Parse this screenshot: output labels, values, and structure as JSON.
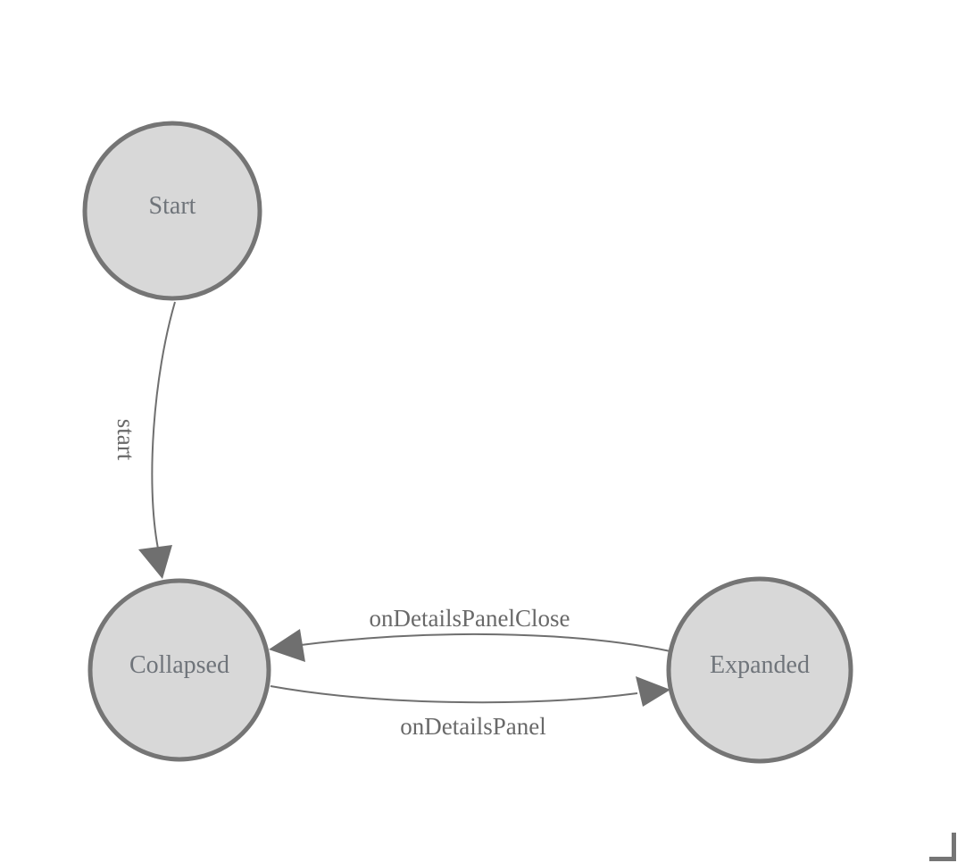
{
  "diagram": {
    "title": "state-machine-diagram",
    "background": "#ffffff",
    "nodes": [
      {
        "id": "start",
        "label": "Start"
      },
      {
        "id": "collapsed",
        "label": "Collapsed"
      },
      {
        "id": "expanded",
        "label": "Expanded"
      }
    ],
    "edges": [
      {
        "id": "start-to-collapsed",
        "from": "Start",
        "to": "Collapsed",
        "label": "start"
      },
      {
        "id": "expanded-to-collapsed",
        "from": "Expanded",
        "to": "Collapsed",
        "label": "onDetailsPanelClose"
      },
      {
        "id": "collapsed-to-expanded",
        "from": "Collapsed",
        "to": "Expanded",
        "label": "onDetailsPanel"
      }
    ]
  },
  "colors": {
    "node_fill": "#d8d8d8",
    "node_stroke": "#757575",
    "node_label": "#6f747a",
    "edge_stroke": "#6f6f6f",
    "arrow_fill": "#6f6f6f",
    "edge_label": "#696969",
    "corner_mark": "#757575"
  }
}
